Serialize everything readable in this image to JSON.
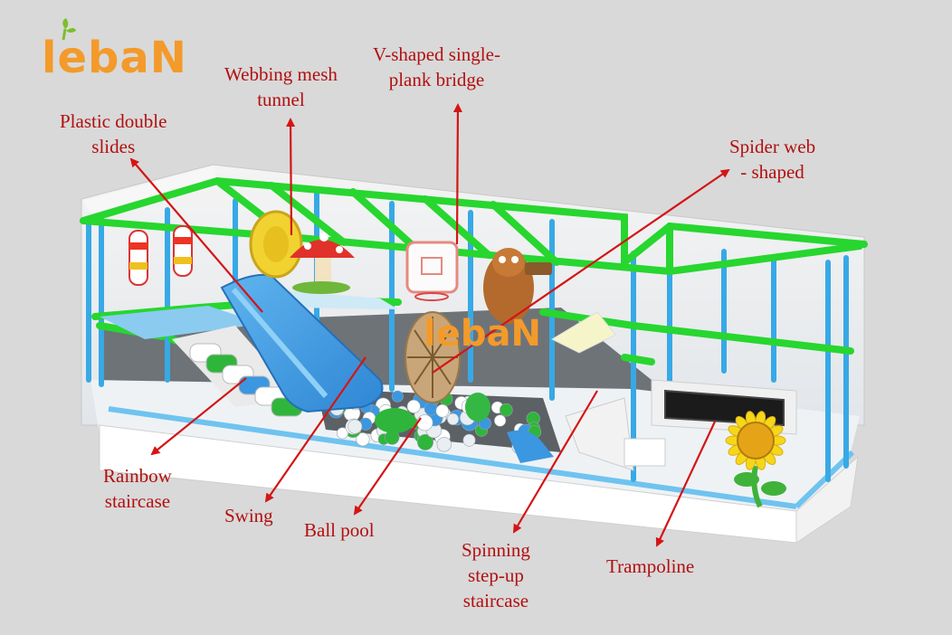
{
  "brand": {
    "logo_text": "lebaN",
    "watermark_text": "lebaN",
    "logo_color": "#f39a2a",
    "leaf_color": "#7cbf2a"
  },
  "labels": {
    "plastic_double_slides": [
      "Plastic double",
      "slides"
    ],
    "webbing_mesh_tunnel": [
      "Webbing mesh",
      "tunnel"
    ],
    "v_bridge": [
      "V-shaped single-",
      "plank bridge"
    ],
    "spider_web": [
      "Spider web",
      "- shaped"
    ],
    "rainbow_staircase": [
      "Rainbow",
      "staircase"
    ],
    "swing": [
      "Swing"
    ],
    "ball_pool": [
      "Ball pool"
    ],
    "spinning_staircase": [
      "Spinning",
      "step-up",
      "staircase"
    ],
    "trampoline": [
      "Trampoline"
    ]
  },
  "colors": {
    "label": "#b30f0f",
    "arrow": "#d41515",
    "frame_green": "#27d62f",
    "post_blue": "#37a9e6",
    "slide_blue": "#3b97e0",
    "background": "#d9d9d9"
  },
  "icons": [
    "leaf-icon",
    "mushroom-icon",
    "sunflower-icon",
    "beaver-icon",
    "basketball-hoop-icon"
  ]
}
